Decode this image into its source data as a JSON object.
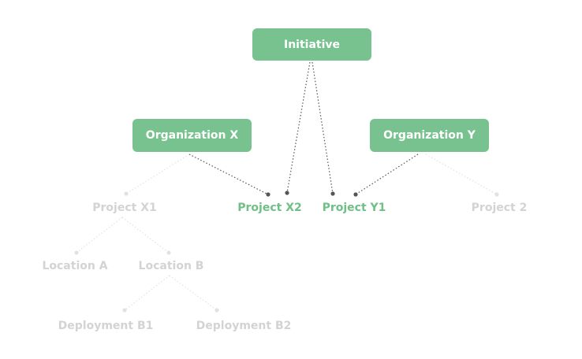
{
  "colors": {
    "accent": "#77c28e",
    "active_text": "#6fbf87",
    "muted_text": "#d3d3d3",
    "active_link": "#555555",
    "muted_link": "#e2e2e2"
  },
  "nodes": {
    "initiative": "Initiative",
    "organization_x": "Organization X",
    "organization_y": "Organization Y",
    "project_x1": "Project X1",
    "project_x2": "Project X2",
    "project_y1": "Project Y1",
    "project_2": "Project 2",
    "location_a": "Location A",
    "location_b": "Location B",
    "deployment_b1": "Deployment B1",
    "deployment_b2": "Deployment B2"
  },
  "links": [
    {
      "from": "initiative",
      "to": "project_x2",
      "state": "active"
    },
    {
      "from": "initiative",
      "to": "project_y1",
      "state": "active"
    },
    {
      "from": "organization_x",
      "to": "project_x2",
      "state": "active"
    },
    {
      "from": "organization_y",
      "to": "project_y1",
      "state": "active"
    },
    {
      "from": "organization_x",
      "to": "project_x1",
      "state": "muted"
    },
    {
      "from": "organization_y",
      "to": "project_2",
      "state": "muted"
    },
    {
      "from": "project_x1",
      "to": "location_a",
      "state": "muted"
    },
    {
      "from": "project_x1",
      "to": "location_b",
      "state": "muted"
    },
    {
      "from": "location_b",
      "to": "deployment_b1",
      "state": "muted"
    },
    {
      "from": "location_b",
      "to": "deployment_b2",
      "state": "muted"
    }
  ]
}
